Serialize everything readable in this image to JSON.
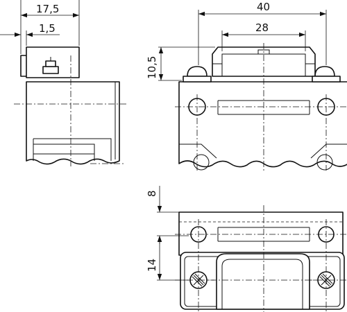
{
  "drawing": {
    "dimensions": {
      "d_17_5": "17,5",
      "d_1_5": "1,5",
      "d_40": "40",
      "d_28": "28",
      "d_10_5": "10,5",
      "d_8": "8",
      "d_14": "14"
    }
  }
}
